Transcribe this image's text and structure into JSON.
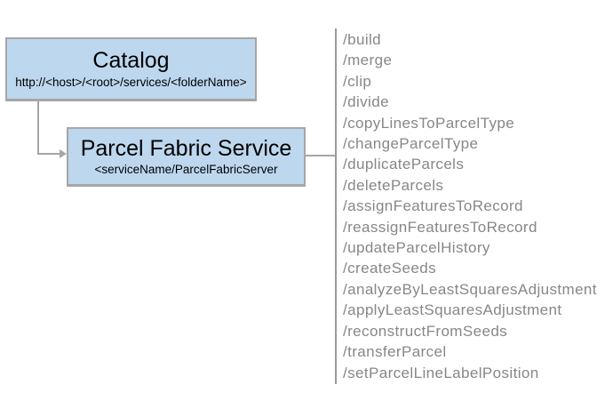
{
  "diagram": {
    "catalog": {
      "title": "Catalog",
      "url": "http://<host>/<root>/services/<folderName>"
    },
    "service": {
      "title": "Parcel Fabric Service",
      "subtitle": "<serviceName/ParcelFabricServer"
    },
    "endpoints": [
      "/build",
      "/merge",
      "/clip",
      "/divide",
      "/copyLinesToParcelType",
      "/changeParcelType",
      "/duplicateParcels",
      "/deleteParcels",
      "/assignFeaturesToRecord",
      "/reassignFeaturesToRecord",
      "/updateParcelHistory",
      "/createSeeds",
      "/analyzeByLeastSquaresAdjustment",
      "/applyLeastSquaresAdjustment",
      "/reconstructFromSeeds",
      "/transferParcel",
      "/setParcelLineLabelPosition"
    ]
  },
  "colors": {
    "box_fill": "#bdd7ee",
    "box_border": "#a6a6a6",
    "connector": "#a6a6a6",
    "rail": "#9b9b9b",
    "endpoint_text": "#878787",
    "title_text": "#000000"
  }
}
